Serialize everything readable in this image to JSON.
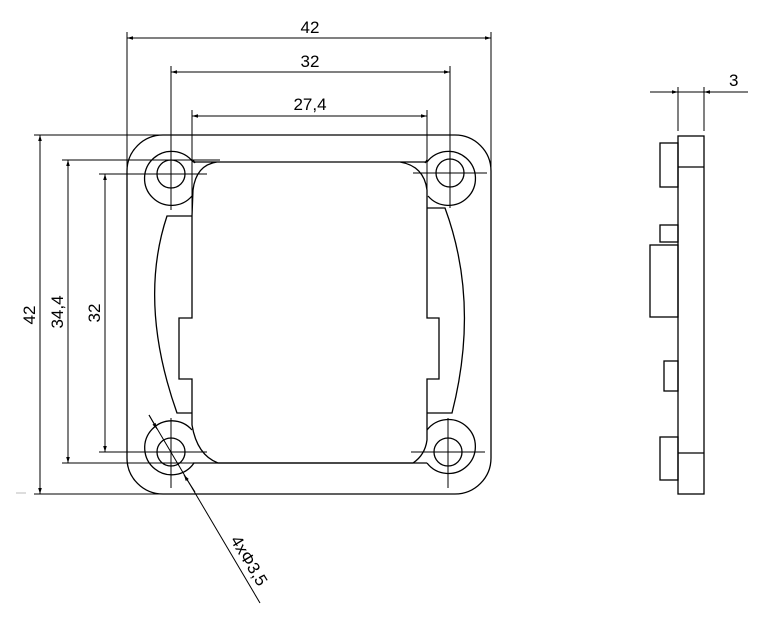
{
  "drawing": {
    "front_view": {
      "dimensions": {
        "overall_width": "42",
        "hole_spacing_x": "32",
        "opening_width": "27,4",
        "overall_height": "42",
        "opening_height": "34,4",
        "hole_spacing_y": "32",
        "hole_callout": "4xΦ3,5"
      }
    },
    "side_view": {
      "dimensions": {
        "thickness": "3"
      }
    },
    "colors": {
      "line": "#000000",
      "background": "#ffffff"
    }
  }
}
